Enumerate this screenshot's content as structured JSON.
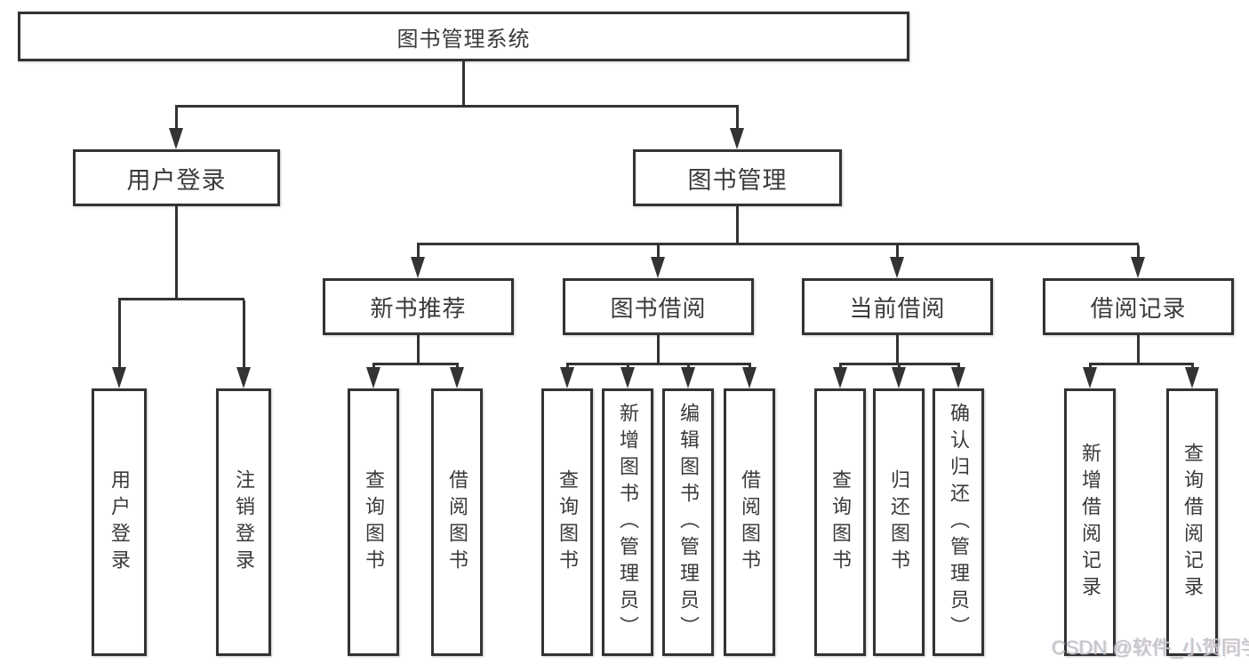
{
  "colors": {
    "line": "#333333",
    "box_border": "#333333",
    "text": "#3a3a3a",
    "background": "#ffffff",
    "watermark": "#c3c6cb"
  },
  "tree": {
    "root": {
      "label": "图书管理系统"
    },
    "branches": [
      {
        "label": "用户登录",
        "leaves": [
          {
            "label": "用户登录"
          },
          {
            "label": "注销登录"
          }
        ]
      },
      {
        "label": "图书管理",
        "children": [
          {
            "label": "新书推荐",
            "leaves": [
              {
                "label": "查询图书"
              },
              {
                "label": "借阅图书"
              }
            ]
          },
          {
            "label": "图书借阅",
            "leaves": [
              {
                "label": "查询图书"
              },
              {
                "label": "新增图书（管理员）"
              },
              {
                "label": "编辑图书（管理员）"
              },
              {
                "label": "借阅图书"
              }
            ]
          },
          {
            "label": "当前借阅",
            "leaves": [
              {
                "label": "查询图书"
              },
              {
                "label": "归还图书"
              },
              {
                "label": "确认归还（管理员）"
              }
            ]
          },
          {
            "label": "借阅记录",
            "leaves": [
              {
                "label": "新增借阅记录"
              },
              {
                "label": "查询借阅记录"
              }
            ]
          }
        ]
      }
    ]
  },
  "watermark": {
    "text": "CSDN @软件_小贺同学"
  }
}
